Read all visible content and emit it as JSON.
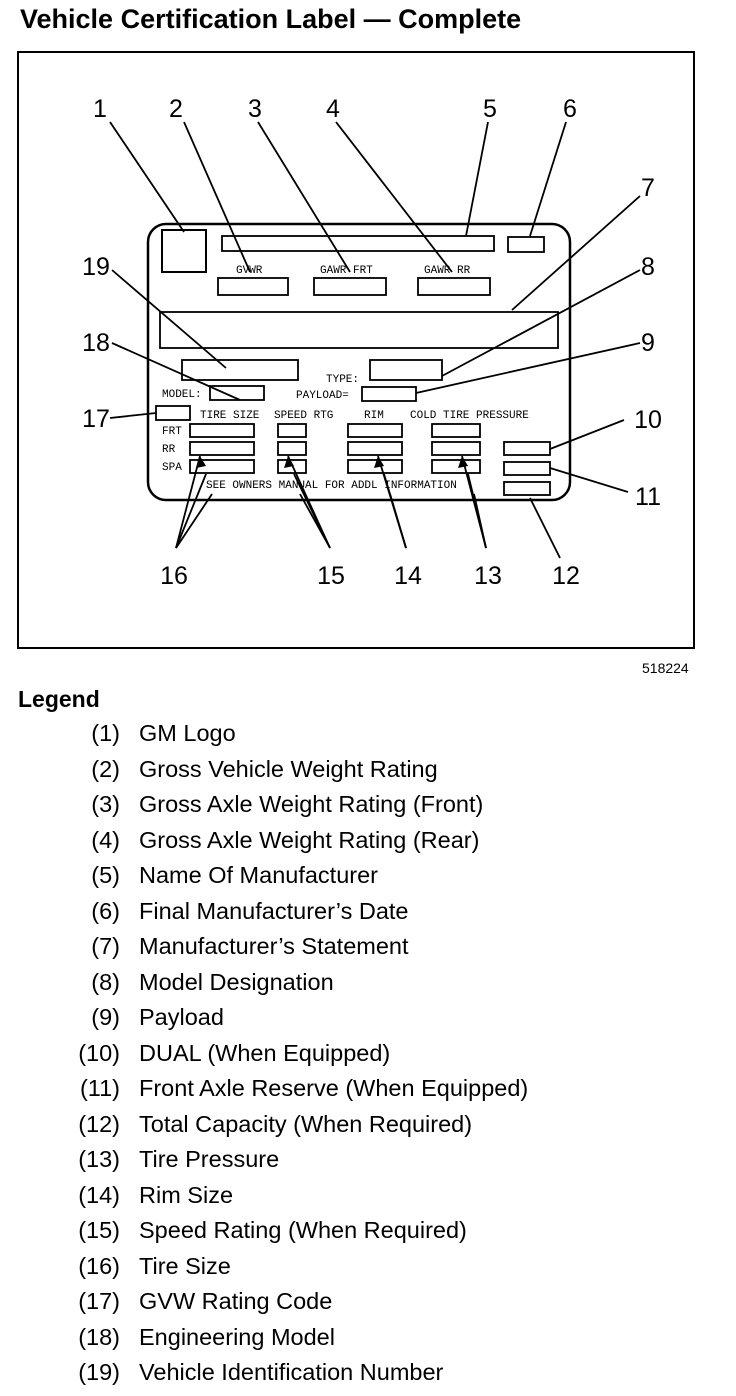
{
  "title": "Vehicle Certification Label — Complete",
  "figure_id": "518224",
  "diagram": {
    "callouts": [
      "1",
      "2",
      "3",
      "4",
      "5",
      "6",
      "7",
      "8",
      "9",
      "10",
      "11",
      "12",
      "13",
      "14",
      "15",
      "16",
      "17",
      "18",
      "19"
    ],
    "label_fields": {
      "gvwr": "GVWR",
      "gawr_front": "GAWR FRT",
      "gawr_rear": "GAWR RR",
      "type": "TYPE:",
      "model": "MODEL:",
      "payload": "PAYLOAD=",
      "tire_size": "TIRE SIZE",
      "speed_rating": "SPEED RTG",
      "rim": "RIM",
      "cold_tire_pressure": "COLD TIRE PRESSURE",
      "front": "FRT",
      "rear": "RR",
      "spare": "SPA",
      "owners_manual": "SEE OWNERS MANUAL FOR ADDL INFORMATION"
    }
  },
  "legend": {
    "heading": "Legend",
    "items": [
      {
        "num": "(1)",
        "text": "GM Logo"
      },
      {
        "num": "(2)",
        "text": "Gross Vehicle Weight Rating"
      },
      {
        "num": "(3)",
        "text": "Gross Axle Weight Rating (Front)"
      },
      {
        "num": "(4)",
        "text": "Gross Axle Weight Rating (Rear)"
      },
      {
        "num": "(5)",
        "text": "Name Of Manufacturer"
      },
      {
        "num": "(6)",
        "text": "Final Manufacturer’s Date"
      },
      {
        "num": "(7)",
        "text": "Manufacturer’s Statement"
      },
      {
        "num": "(8)",
        "text": "Model Designation"
      },
      {
        "num": "(9)",
        "text": "Payload"
      },
      {
        "num": "(10)",
        "text": "DUAL (When Equipped)"
      },
      {
        "num": "(11)",
        "text": "Front Axle Reserve (When Equipped)"
      },
      {
        "num": "(12)",
        "text": "Total Capacity (When Required)"
      },
      {
        "num": "(13)",
        "text": "Tire Pressure"
      },
      {
        "num": "(14)",
        "text": "Rim Size"
      },
      {
        "num": "(15)",
        "text": "Speed Rating (When Required)"
      },
      {
        "num": "(16)",
        "text": "Tire Size"
      },
      {
        "num": "(17)",
        "text": "GVW Rating Code"
      },
      {
        "num": "(18)",
        "text": "Engineering Model"
      },
      {
        "num": "(19)",
        "text": "Vehicle Identification Number"
      }
    ]
  }
}
